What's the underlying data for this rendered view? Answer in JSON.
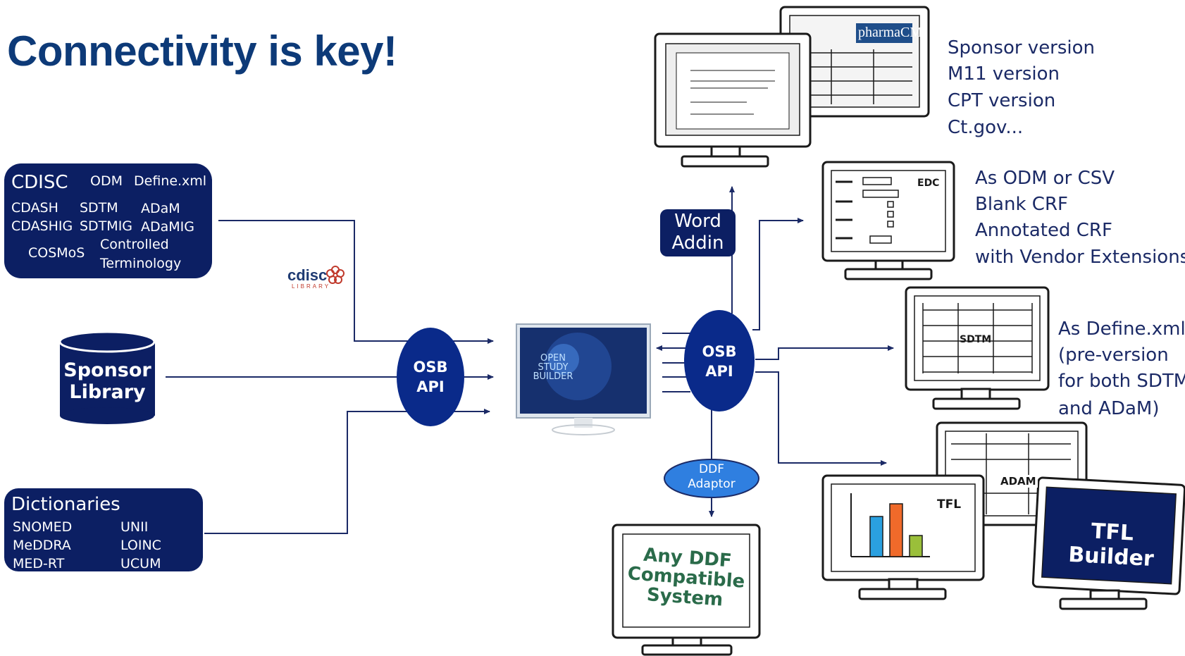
{
  "title": "Connectivity is key!",
  "cdisc_box": {
    "heading": "CDISC",
    "items": [
      "ODM",
      "Define.xml",
      "CDASH",
      "SDTM",
      "ADaM",
      "CDASHIG",
      "SDTMIG",
      "ADaMIG",
      "COSMoS",
      "Controlled",
      "Terminology"
    ]
  },
  "cdisc_library_logo": {
    "word": "cdisc",
    "sub": "LIBRARY"
  },
  "sponsor_library": {
    "line1": "Sponsor",
    "line2": "Library"
  },
  "dictionaries_box": {
    "heading": "Dictionaries",
    "items": [
      "SNOMED",
      "UNII",
      "MeDDRA",
      "LOINC",
      "MED-RT",
      "UCUM"
    ]
  },
  "osb_api_left": {
    "line1": "OSB",
    "line2": "API"
  },
  "osb_api_right": {
    "line1": "OSB",
    "line2": "API"
  },
  "study_builder_screen": {
    "line1": "OPEN",
    "line2": "STUDY",
    "line3": "BUILDER"
  },
  "word_addin": {
    "line1": "Word",
    "line2": "Addin"
  },
  "ddf_adaptor": {
    "line1": "DDF",
    "line2": "Adaptor"
  },
  "ddf_system": {
    "line1": "Any DDF",
    "line2": "Compatible",
    "line3": "System"
  },
  "protocol_monitor": {
    "brand": "pharmaCM"
  },
  "protocol_outputs": [
    "Sponsor version",
    "M11 version",
    "CPT version",
    "Ct.gov..."
  ],
  "edc_monitor": {
    "label": "EDC"
  },
  "edc_outputs": [
    "As ODM or CSV",
    "Blank CRF",
    "Annotated CRF",
    "with Vendor Extensions"
  ],
  "sdtm_monitor": {
    "label": "SDTM"
  },
  "define_outputs": [
    "As Define.xml",
    "(pre-version",
    "for both SDTM",
    "and ADaM)"
  ],
  "adam_monitor": {
    "label": "ADAM"
  },
  "tfl_monitor": {
    "label": "TFL"
  },
  "tfl_builder": {
    "line1": "TFL Builder"
  },
  "colors": {
    "navy": "#0c1f63",
    "title_blue": "#0d3a78",
    "api_blue": "#0a2a8a",
    "ddf_blue": "#2f7fe0",
    "text": "#1b2a66"
  }
}
